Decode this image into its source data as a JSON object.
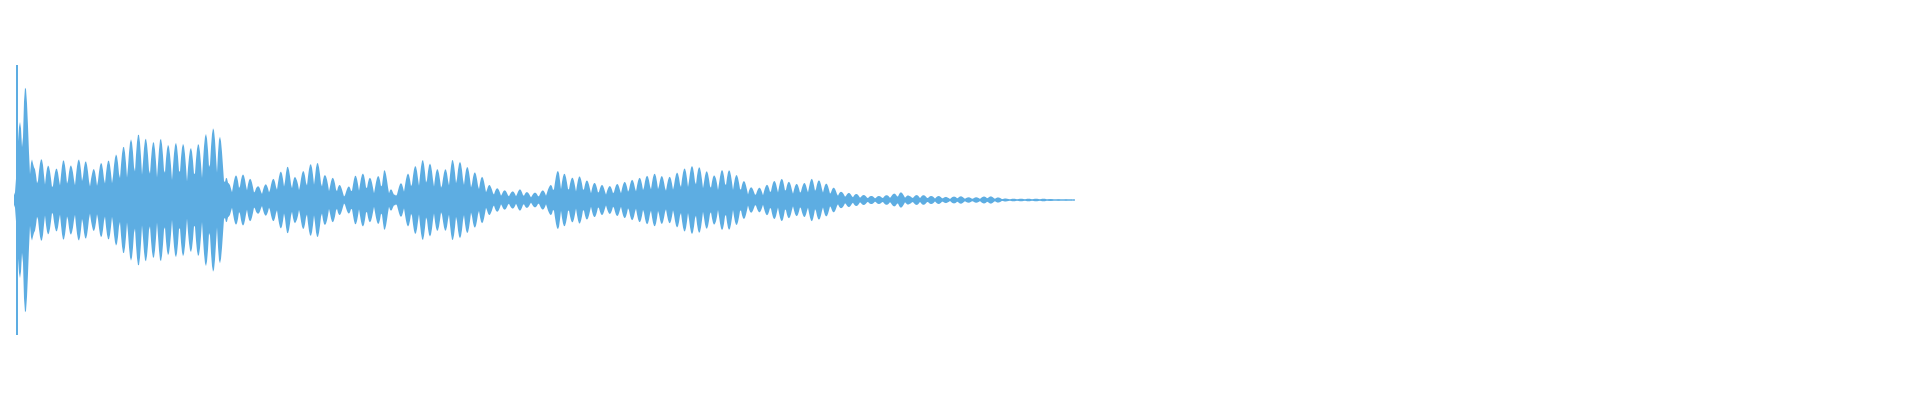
{
  "waveform": {
    "color": "#5DADE2",
    "background": "#FFFFFF",
    "duration_fraction_with_signal": 0.56,
    "envelope": [
      0.06,
      1.0,
      0.24,
      0.32,
      0.2,
      0.3,
      0.25,
      0.33,
      0.22,
      0.28,
      0.3,
      0.38,
      0.45,
      0.5,
      0.42,
      0.46,
      0.4,
      0.44,
      0.38,
      0.42,
      0.52,
      0.55,
      0.12,
      0.2,
      0.18,
      0.1,
      0.12,
      0.18,
      0.26,
      0.16,
      0.24,
      0.3,
      0.18,
      0.16,
      0.06,
      0.18,
      0.2,
      0.14,
      0.24,
      0.04,
      0.16,
      0.24,
      0.3,
      0.26,
      0.2,
      0.3,
      0.28,
      0.22,
      0.18,
      0.1,
      0.08,
      0.06,
      0.08,
      0.05,
      0.06,
      0.1,
      0.24,
      0.16,
      0.18,
      0.14,
      0.12,
      0.1,
      0.12,
      0.14,
      0.16,
      0.18,
      0.2,
      0.16,
      0.2,
      0.24,
      0.26,
      0.22,
      0.18,
      0.24,
      0.2,
      0.14,
      0.08,
      0.1,
      0.14,
      0.16,
      0.12,
      0.12,
      0.16,
      0.14,
      0.1,
      0.06,
      0.05,
      0.04,
      0.03,
      0.03,
      0.04,
      0.06,
      0.03,
      0.04,
      0.03,
      0.03,
      0.02,
      0.03,
      0.02,
      0.02,
      0.03,
      0.02,
      0.01,
      0.01,
      0.01,
      0.01,
      0.01,
      0.005,
      0.005,
      0.005
    ]
  }
}
